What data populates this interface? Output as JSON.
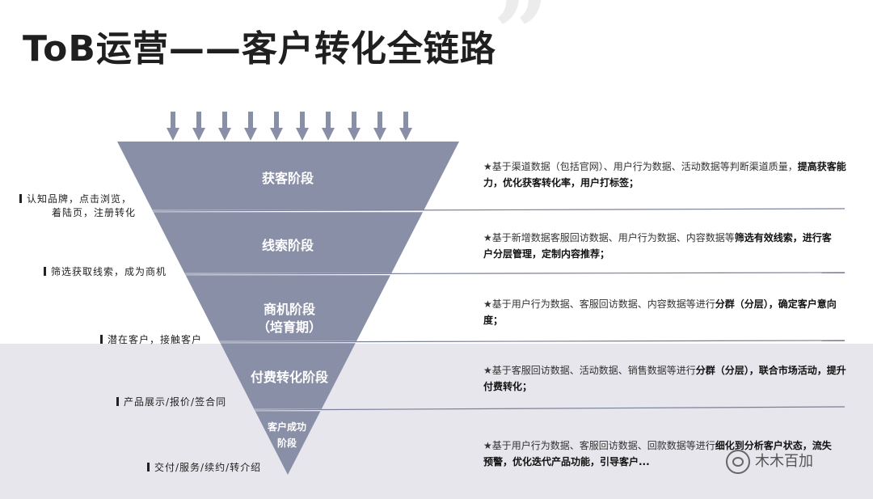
{
  "title": "ToB运营——客户转化全链路",
  "colors": {
    "funnel": "#8a8fa8",
    "line": "#7a7f99",
    "band": "#e6e6ec",
    "arrow": "#8a8fa8"
  },
  "stages": [
    {
      "label": "获客阶段"
    },
    {
      "label": "线索阶段"
    },
    {
      "label": "商机阶段",
      "sublabel": "（培育期）"
    },
    {
      "label": "付费转化阶段"
    },
    {
      "label": "客户成功",
      "sublabel": "阶段"
    }
  ],
  "side_notes": [
    {
      "line1": "认知品牌，点击浏览，",
      "line2": "着陆页，注册转化"
    },
    {
      "line1": "筛选获取线索，成为商机"
    },
    {
      "line1": "潜在客户，接触客户"
    },
    {
      "line1": "产品展示/报价/签合同"
    },
    {
      "line1": "交付/服务/续约/转介绍"
    }
  ],
  "descriptions": [
    {
      "normal": "★基于渠道数据（包括官网）、用户行为数据、活动数据等判断渠道质量，",
      "bold": "提高获客能力，优化获客转化率，用户打标签；"
    },
    {
      "normal": "★基于新增数据客服回访数据、用户行为数据、内容数据等",
      "bold": "筛选有效线索，进行客户分层管理，定制内容推荐；"
    },
    {
      "normal": "★基于用户行为数据、客服回访数据、内容数据等进行",
      "bold": "分群（分层），确定客户意向度；"
    },
    {
      "normal": "★基于客服回访数据、活动数据、销售数据等进行",
      "bold": "分群（分层），联合市场活动，提升付费转化；"
    },
    {
      "normal": "★基于用户行为数据、客服回访数据、回款数据等进行",
      "bold": "细化到分析客户状态，流失预警，优化迭代产品功能，引导客户..."
    }
  ],
  "watermark": "木木百加"
}
